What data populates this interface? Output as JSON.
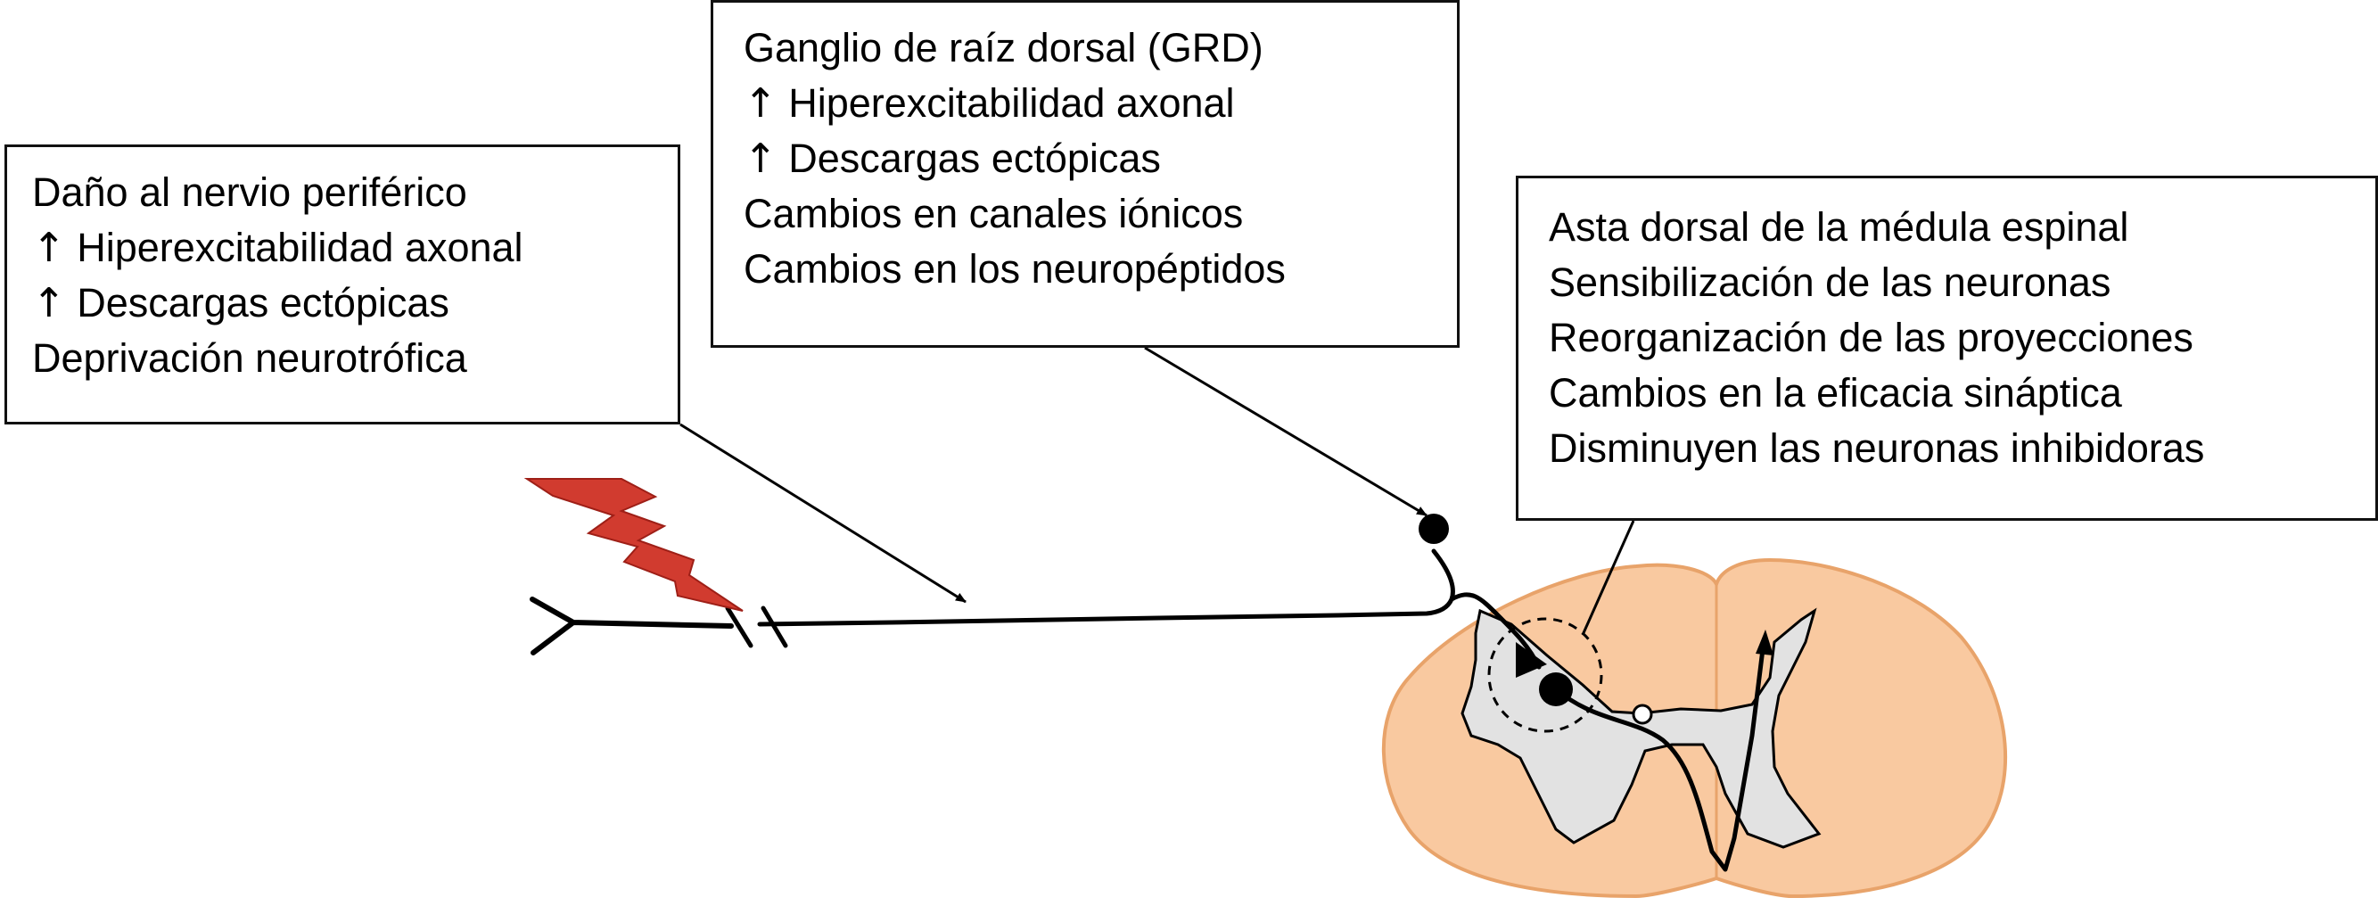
{
  "boxes": {
    "peripheral": {
      "lines": [
        {
          "arrow": "",
          "text": "Daño al nervio periférico"
        },
        {
          "arrow": "↑",
          "text": " Hiperexcitabilidad axonal"
        },
        {
          "arrow": "↑",
          "text": " Descargas ectópicas"
        },
        {
          "arrow": "",
          "text": "Deprivación neurotrófica"
        }
      ]
    },
    "grd": {
      "lines": [
        {
          "arrow": "",
          "text": "Ganglio de raíz dorsal (GRD)"
        },
        {
          "arrow": "↑",
          "text": " Hiperexcitabilidad axonal"
        },
        {
          "arrow": "↑",
          "text": " Descargas ectópicas"
        },
        {
          "arrow": "",
          "text": "Cambios en canales iónicos"
        },
        {
          "arrow": "",
          "text": "Cambios en los neuropéptidos"
        }
      ]
    },
    "dorsal_horn": {
      "lines": [
        {
          "arrow": "",
          "text": "Asta dorsal de la médula espinal"
        },
        {
          "arrow": "",
          "text": "Sensibilización de las neuronas"
        },
        {
          "arrow": "",
          "text": "Reorganización de las proyecciones"
        },
        {
          "arrow": "",
          "text": "Cambios en la eficacia sináptica"
        },
        {
          "arrow": "",
          "text": "Disminuyen las neuronas inhibidoras"
        }
      ]
    }
  },
  "colors": {
    "spinal_cord_fill": "#f9c9a0",
    "spinal_cord_stroke": "#e8a36a",
    "gray_matter_fill": "#e2e2e2",
    "lesion_fill": "#d13b2f",
    "lesion_stroke": "#9e1f17",
    "ink": "#000000"
  },
  "icons": {
    "lesion": "lightning-bolt-icon",
    "ganglion": "filled-circle-node",
    "synapse": "dashed-circle",
    "interneuron": "open-circle-node"
  }
}
